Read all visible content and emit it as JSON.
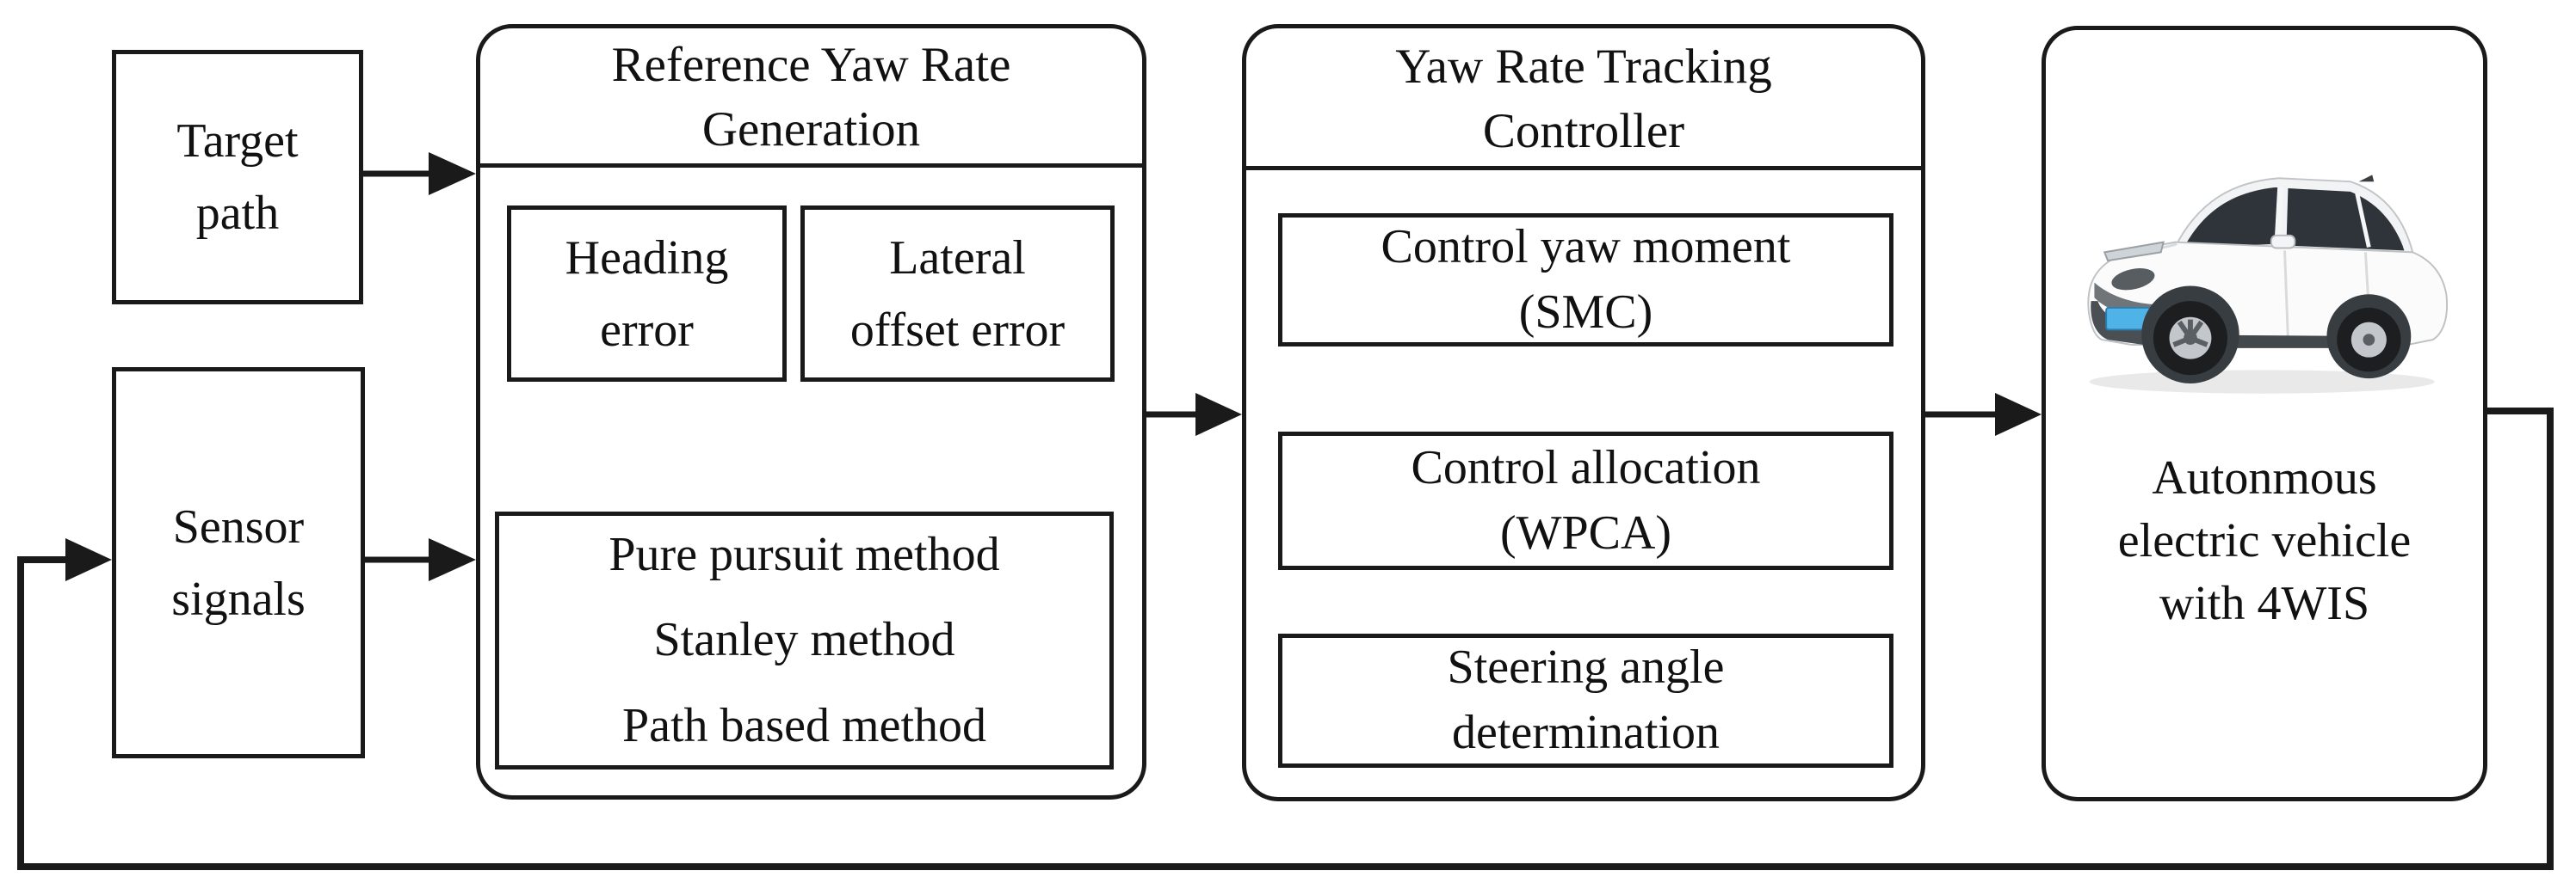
{
  "diagram": {
    "background": "#ffffff",
    "stroke_color": "#1a1a1a",
    "blocks": {
      "target_path": "Target\npath",
      "sensor_signals": "Sensor\nsignals"
    },
    "reference_yaw_rate_generation": {
      "title": "Reference Yaw Rate\nGeneration",
      "heading_error": "Heading\nerror",
      "lateral_offset_error": "Lateral\noffset error",
      "methods": "Pure pursuit method\nStanley method\nPath based method"
    },
    "yaw_rate_tracking_controller": {
      "title": "Yaw Rate Tracking\nController",
      "control_yaw_moment": "Control yaw moment\n(SMC)",
      "control_allocation": "Control allocation\n(WPCA)",
      "steering_angle_determination": "Steering angle\ndetermination"
    },
    "vehicle": {
      "label": "Autonmous\nelectric vehicle\nwith 4WIS",
      "image_description": "white electric SUV photo"
    }
  }
}
